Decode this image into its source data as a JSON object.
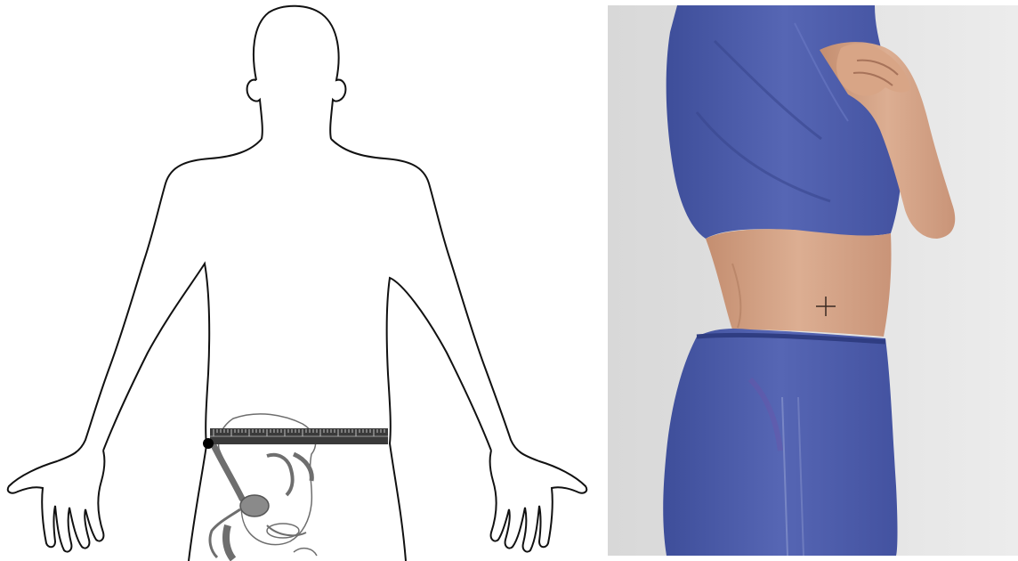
{
  "figure": {
    "left_panel": {
      "kind": "line-drawing",
      "subject": "body-outline-posterior-view",
      "overlay": "measuring-tape-across-waist"
    },
    "right_panel": {
      "kind": "photograph",
      "subject": "person-side-view",
      "marker": "cross-mark-on-flank"
    }
  },
  "colors": {
    "outline": "#111111",
    "tape": "#3a3a3a",
    "bone": "#6e6e6e",
    "gown": "#4a5aa8",
    "skin": "#d9a88a",
    "wall": "#e3e3e3"
  }
}
